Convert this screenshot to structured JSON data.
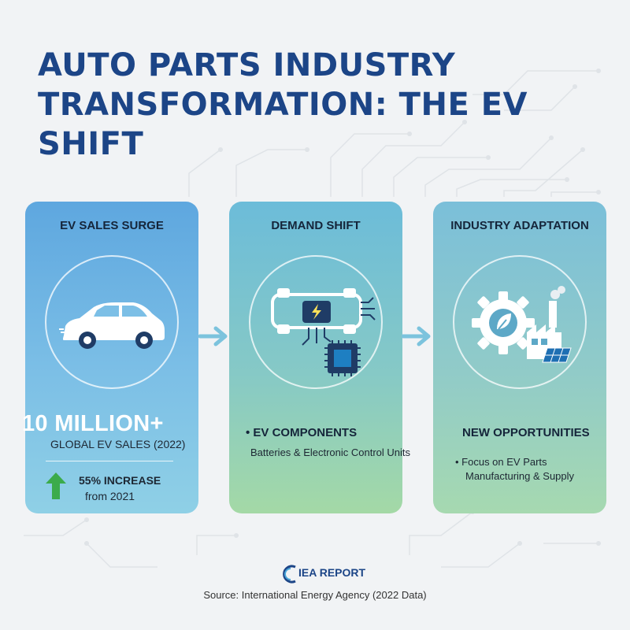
{
  "title": "AUTO PARTS INDUSTRY TRANSFORMATION: THE EV SHIFT",
  "cards": [
    {
      "title": "EV SALES SURGE",
      "icon": "electric-car-icon",
      "value": "10 MILLION+",
      "value_label": "GLOBAL EV SALES (2022)",
      "increase": "55% INCREASE",
      "increase_from": "from 2021"
    },
    {
      "title": "DEMAND SHIFT",
      "icon": "ev-chassis-chip-icon",
      "heading": "• EV COMPONENTS",
      "bullet": "Batteries & Electronic Control Units"
    },
    {
      "title": "INDUSTRY ADAPTATION",
      "icon": "gear-factory-solar-icon",
      "heading": "NEW OPPORTUNITIES",
      "bullet_1": "• Focus on EV Parts",
      "bullet_2": "Manufacturing & Supply"
    }
  ],
  "footer": {
    "logo_label": "IEA REPORT",
    "source": "Source: International Energy Agency (2022 Data)"
  },
  "colors": {
    "title": "#1c4587",
    "arrow": "#7cc3dd",
    "increase_arrow": "#3bab4b"
  }
}
